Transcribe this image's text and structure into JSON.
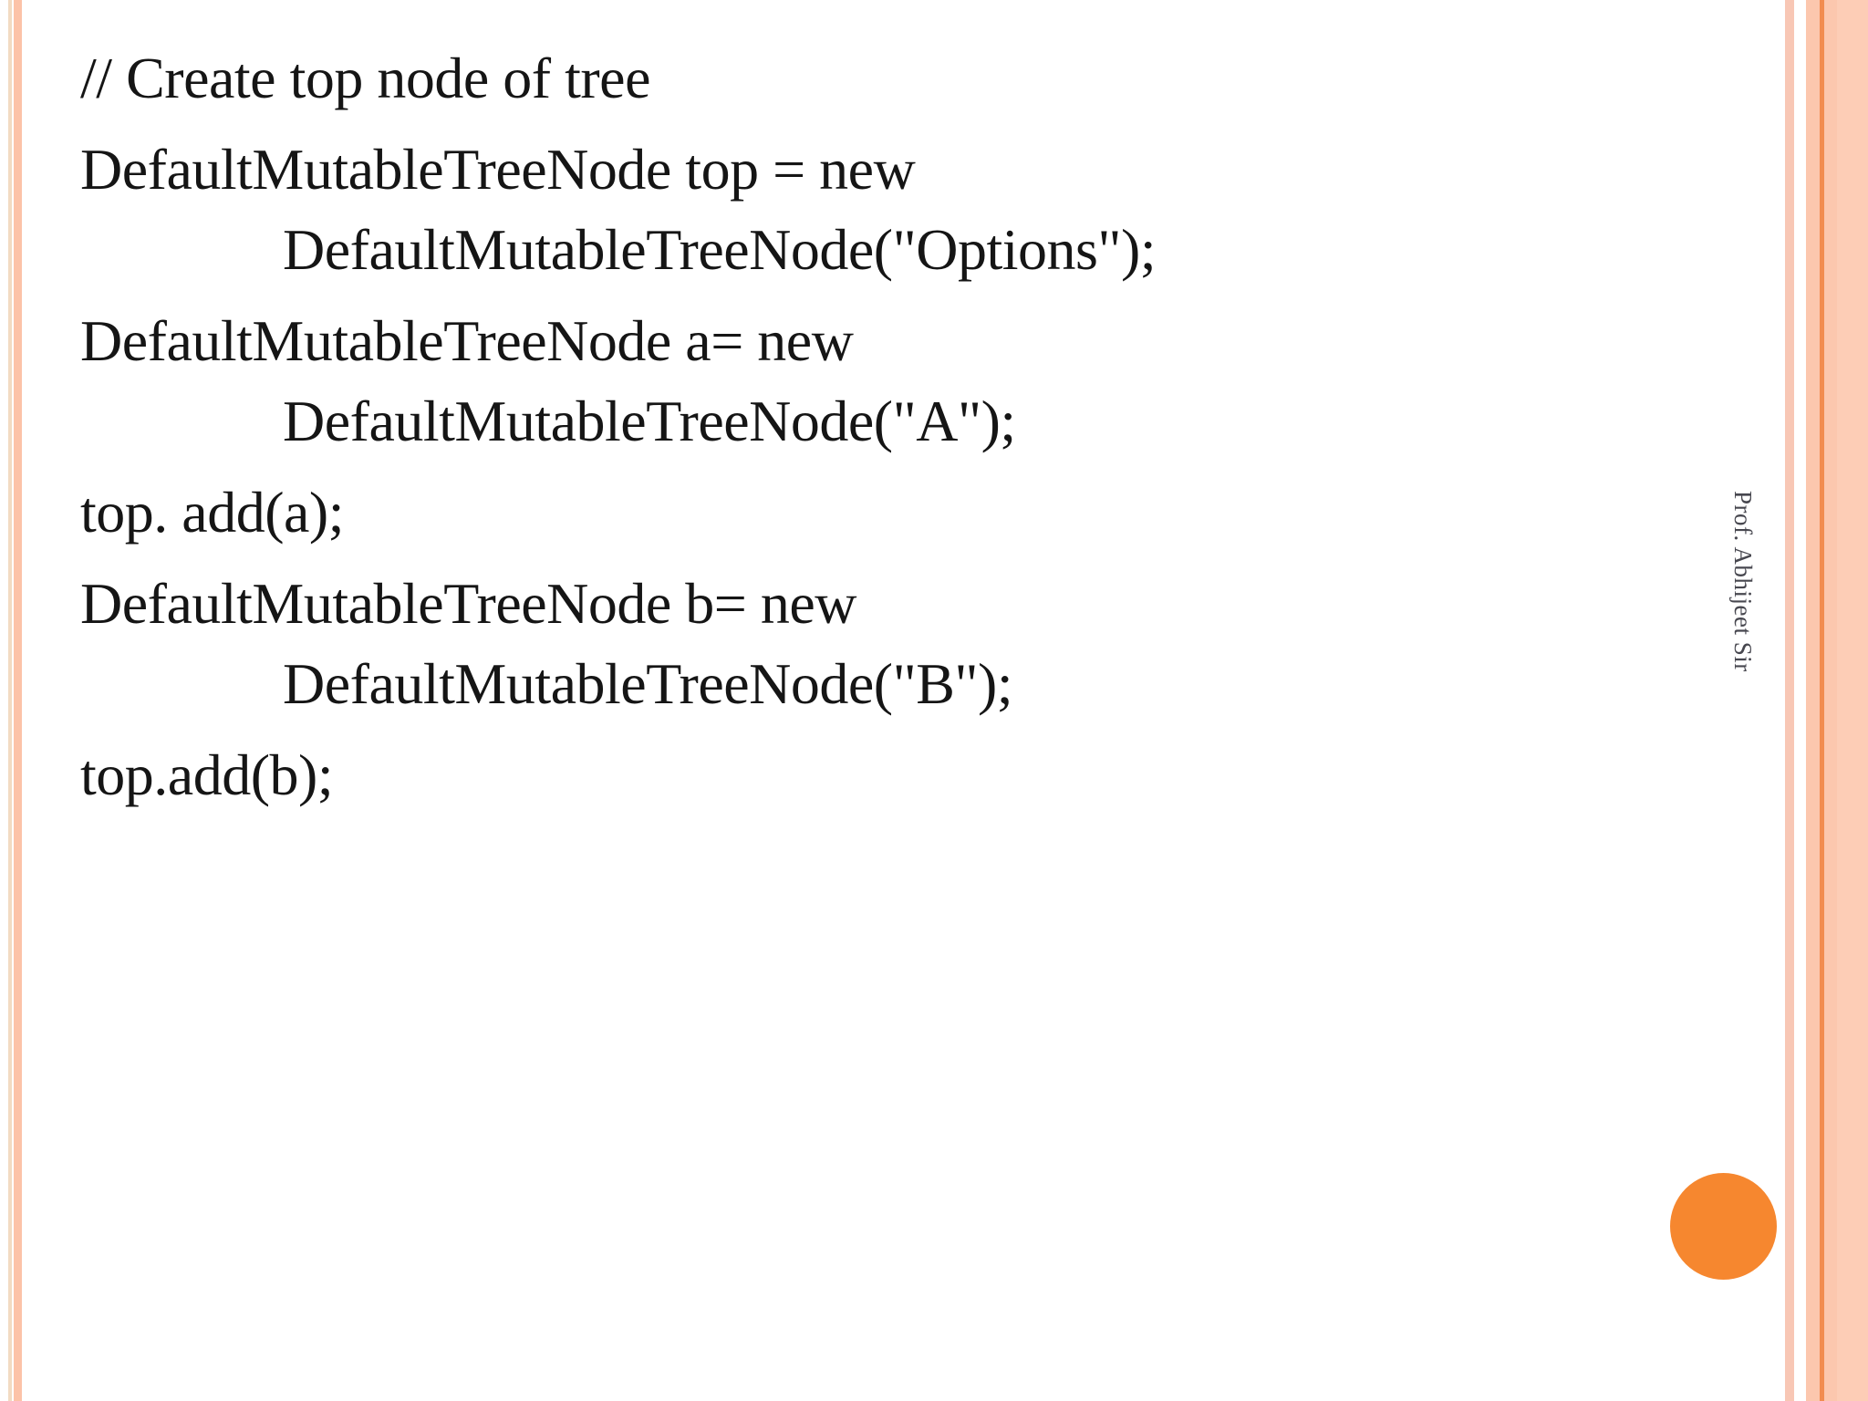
{
  "slide": {
    "code_block": {
      "lines": [
        {
          "text": "// Create top node of tree",
          "indent": false,
          "para": true
        },
        {
          "text": "DefaultMutableTreeNode top = new",
          "indent": false,
          "para": true
        },
        {
          "text": "DefaultMutableTreeNode(\"Options\");",
          "indent": true,
          "para": false
        },
        {
          "text": "DefaultMutableTreeNode a= new",
          "indent": false,
          "para": true
        },
        {
          "text": "DefaultMutableTreeNode(\"A\");",
          "indent": true,
          "para": false
        },
        {
          "text": "top. add(a);",
          "indent": false,
          "para": true
        },
        {
          "text": "DefaultMutableTreeNode b= new",
          "indent": false,
          "para": true
        },
        {
          "text": "DefaultMutableTreeNode(\"B\");",
          "indent": true,
          "para": false
        },
        {
          "text": "top.add(b);",
          "indent": false,
          "para": true
        }
      ]
    },
    "credit": {
      "text": "Prof. Abhijeet Sir"
    },
    "colors": {
      "text": "#151515",
      "credit_text": "#47474F",
      "left_stripe_thin": "#F2DBC2",
      "left_stripe_wide": "#FCC3A8",
      "right_stripe_thin": "#F8C7B5",
      "right_band": "#FCC7AE",
      "right_band_light": "#FDCDB6",
      "right_accent_line": "#F28C50",
      "accent_circle": "#F6872F"
    }
  }
}
